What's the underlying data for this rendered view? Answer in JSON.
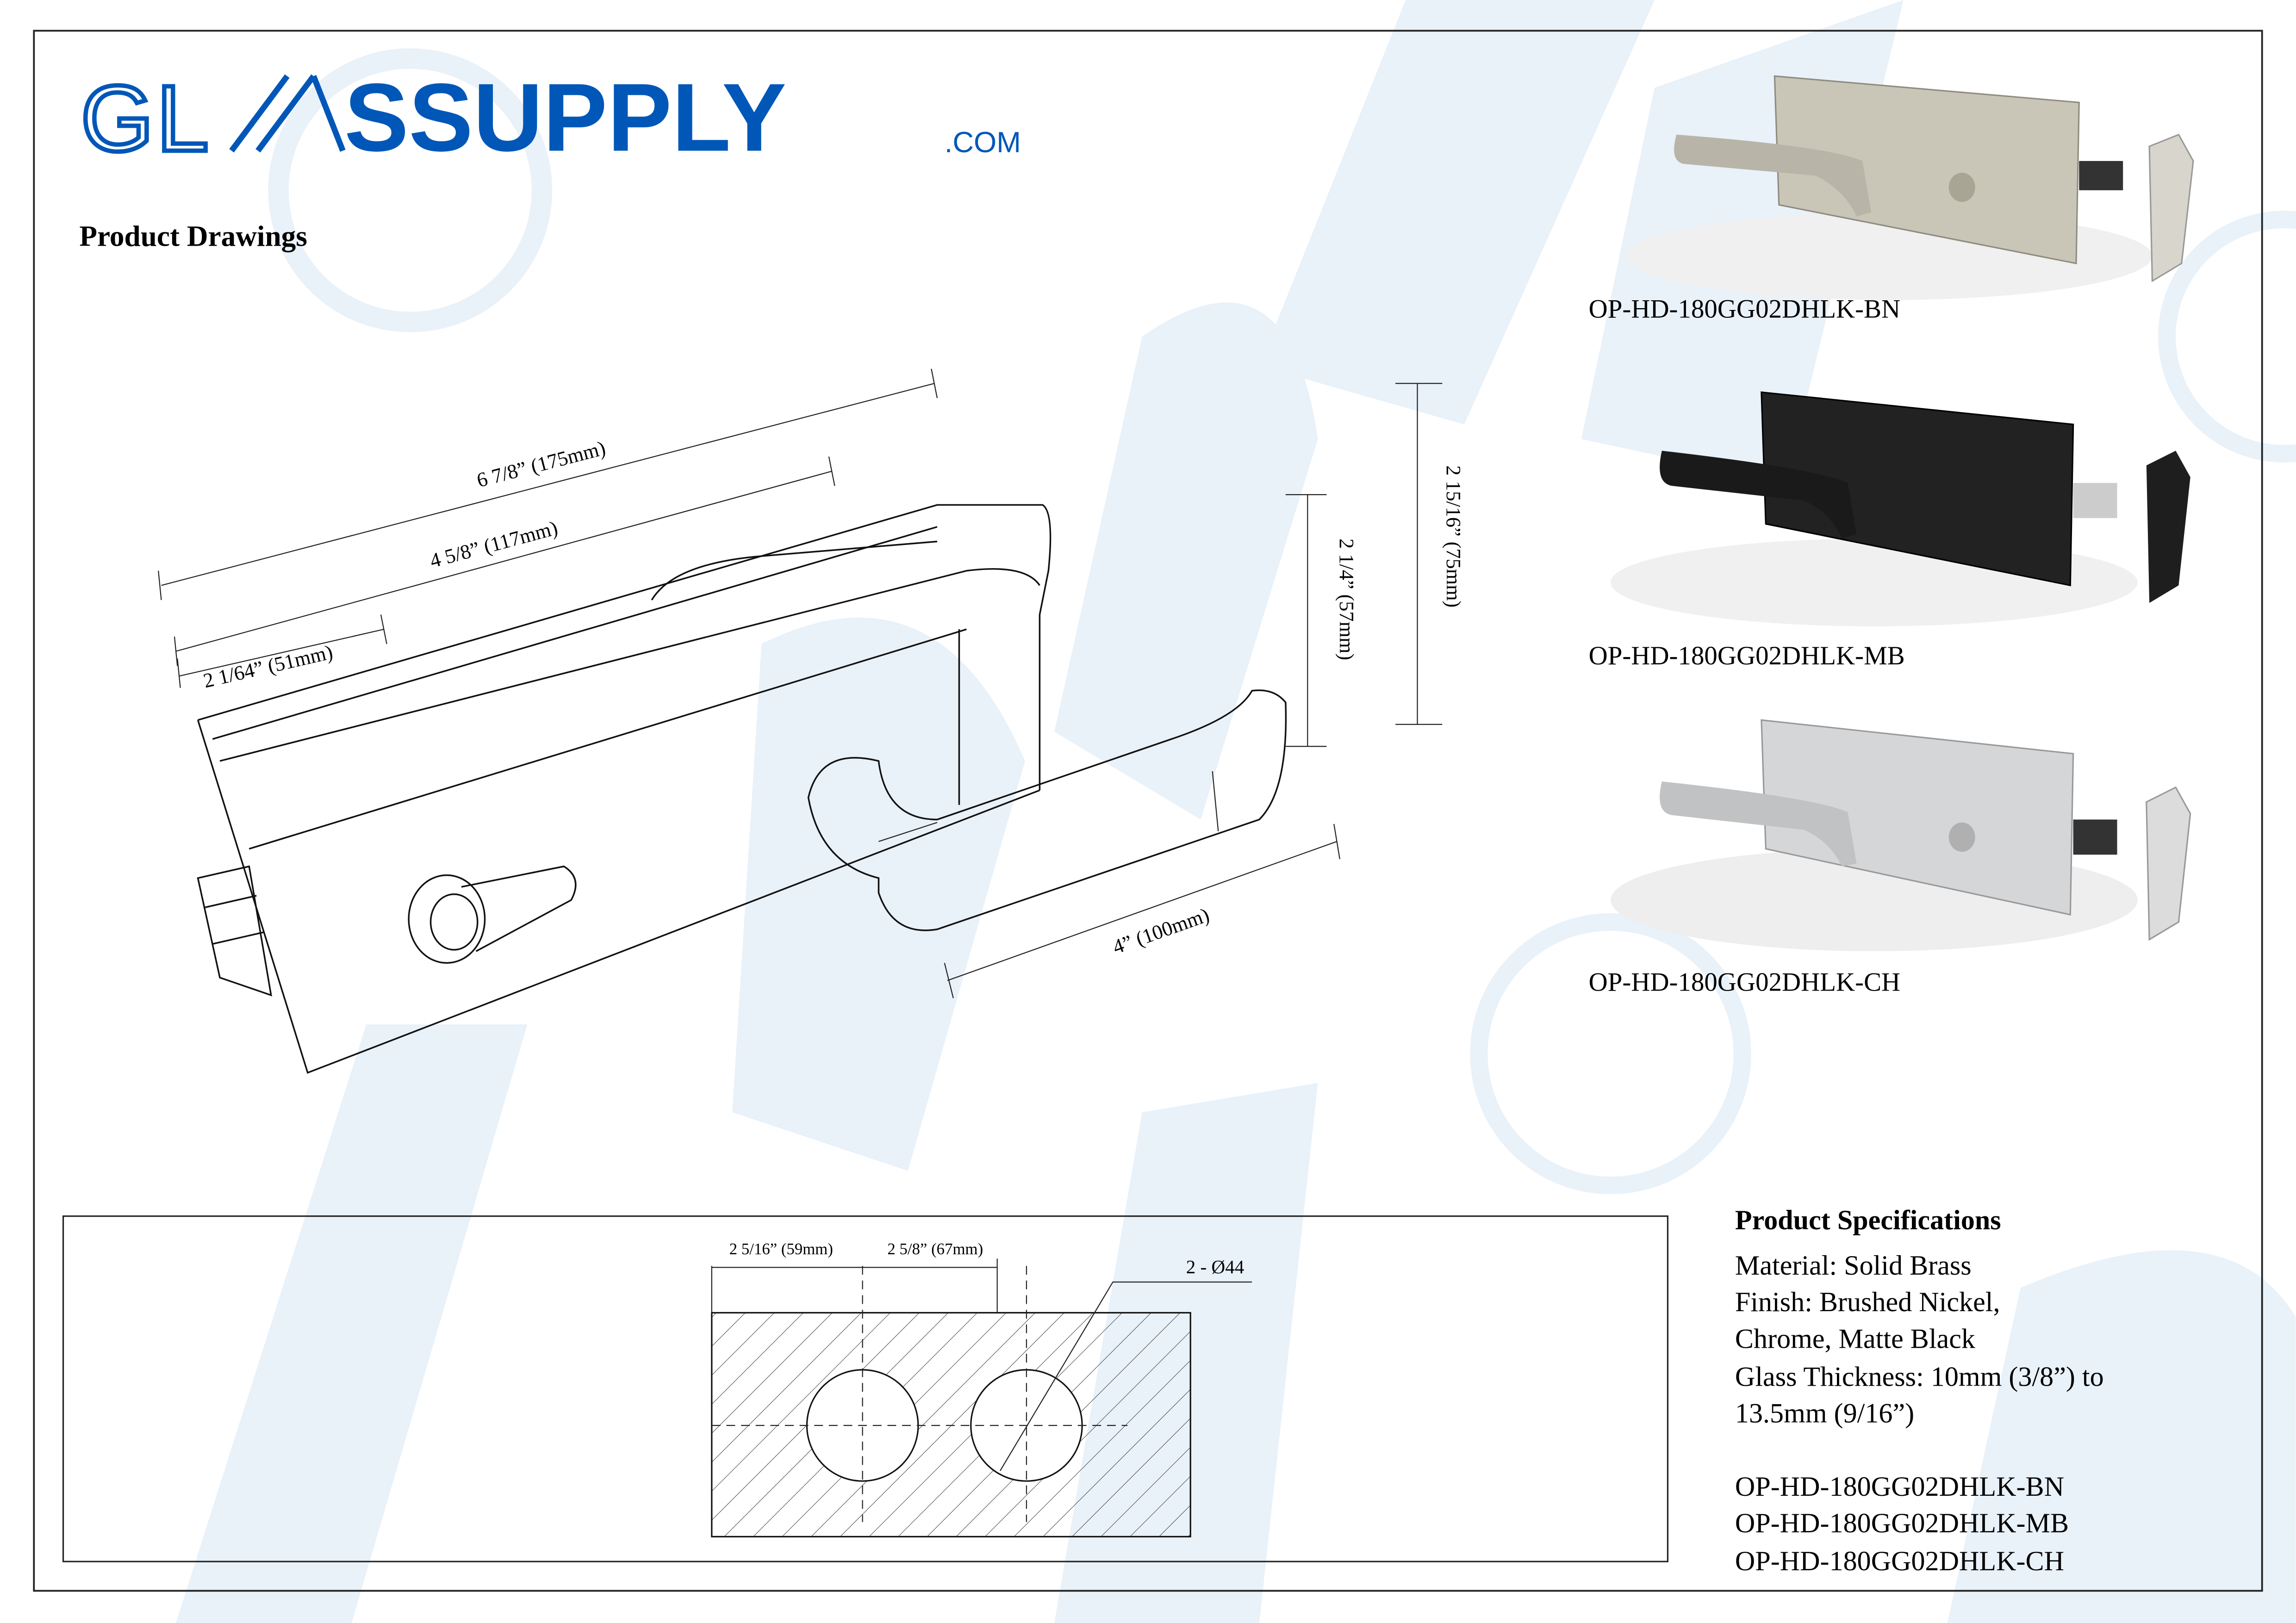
{
  "brand": {
    "part1": "GL",
    "part2": "SSUPPLY",
    "suffix": ".COM",
    "color": "#0057b8"
  },
  "page_title": "Product Drawings",
  "main_drawing": {
    "dimensions": {
      "overall_length": "6 7/8” (175mm)",
      "body_length": "4 5/8” (117mm)",
      "short_length": "2 1/64” (51mm)",
      "lever_length": "4” (100mm)",
      "body_height": "2 1/4” (57mm)",
      "overall_height": "2 15/16” (75mm)"
    }
  },
  "products": [
    {
      "code": "OP-HD-180GG02DHLK-BN",
      "finish_color": "#c9c6b8"
    },
    {
      "code": "OP-HD-180GG02DHLK-MB",
      "finish_color": "#222222"
    },
    {
      "code": "OP-HD-180GG02DHLK-CH",
      "finish_color": "#d4d6d8"
    }
  ],
  "cutout_drawing": {
    "dim1": "2 5/16” (59mm)",
    "dim2": "2 5/8” (67mm)",
    "holes": "2 - Ø44"
  },
  "specs": {
    "title": "Product Specifications",
    "lines": [
      "Material: Solid Brass",
      "Finish: Brushed Nickel,",
      "Chrome, Matte Black",
      "Glass Thickness: 10mm (3/8”) to",
      "13.5mm (9/16”)"
    ],
    "codes": [
      "OP-HD-180GG02DHLK-BN",
      "OP-HD-180GG02DHLK-MB",
      "OP-HD-180GG02DHLK-CH"
    ]
  }
}
